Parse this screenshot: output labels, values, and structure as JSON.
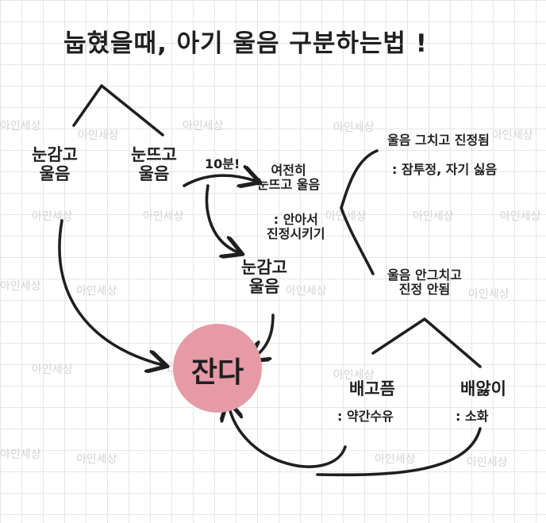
{
  "title": "눕혔을때, 아기 울음 구분하는법 !",
  "nodes": {
    "eyes_closed_cry": "눈감고\n울음",
    "eyes_open_cry": "눈뜨고\n울음",
    "ten_min": "10분!",
    "still_eyes_open": "여전히\n눈뜨고 울음",
    "hold_calm": ": 안아서\n진정시키기",
    "eyes_closed_cry_2": "눈감고\n울음",
    "stops_crying": "울음 그치고 진정됨",
    "sleep_habit": ": 잠투정, 자기 싫음",
    "keeps_crying": "울음 안그치고\n진정 안됨",
    "hungry": "배고픔",
    "formula": ": 약간수유",
    "stomachache": "배앓이",
    "digest": ": 소화",
    "sleeps": "잔다"
  },
  "watermark": "아인세상",
  "colors": {
    "circle": "#e59aa5",
    "ink": "#1f1f1f",
    "grid": "#e6e6e6"
  }
}
